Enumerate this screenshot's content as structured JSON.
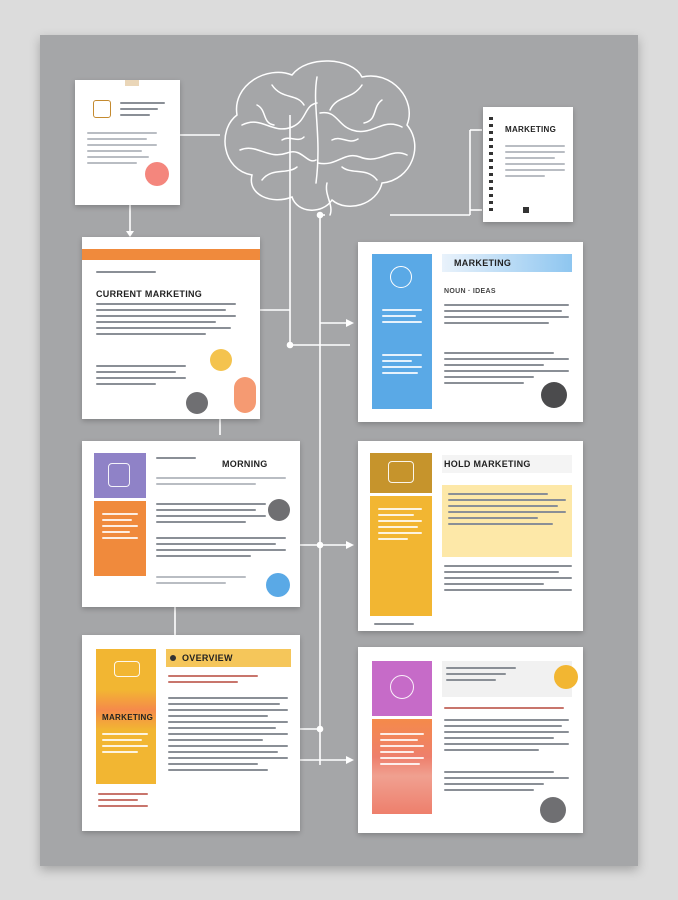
{
  "colors": {
    "board": "#a5a6a8",
    "page": "#dcdcdc",
    "connector": "#ffffff",
    "blue": "#5aa9e6",
    "orange": "#f08a3c",
    "purple": "#8f82c7",
    "yellow": "#f2b632",
    "pink": "#c66bc8",
    "coral": "#ee7f6c"
  },
  "icons": {
    "brain": "brain-icon",
    "top_left": "document-icon",
    "blue": "target-icon",
    "purple": "clipboard-icon",
    "gold": "notebook-icon",
    "yellow": "chart-icon",
    "pink": "rocket-icon"
  },
  "cards": {
    "top_left": {
      "badge": ""
    },
    "top_right": {
      "title": "MARKETING",
      "subtitle": ""
    },
    "orange": {
      "title": "CURRENT MARKETING"
    },
    "blue": {
      "title": "MARKETING",
      "subtitle": "NOUN · IDEAS"
    },
    "purple": {
      "title": "MORNING"
    },
    "gold": {
      "title": "HOLD MARKETING",
      "subtitle": ""
    },
    "yellow": {
      "title": "OVERVIEW",
      "strip_label": "MARKETING"
    },
    "pink": {
      "title": ""
    }
  }
}
